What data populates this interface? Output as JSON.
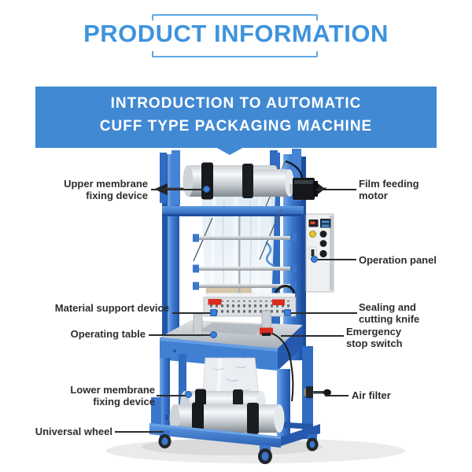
{
  "header": {
    "title": "PRODUCT INFORMATION",
    "title_color": "#3f93dd",
    "bracket_color": "#5fa8e6"
  },
  "banner": {
    "line1": "INTRODUCTION TO AUTOMATIC",
    "line2": "CUFF TYPE PACKAGING MACHINE",
    "bg_color": "#4189d2",
    "text_color": "#ffffff"
  },
  "diagram": {
    "subject": "Automatic cuff type packaging machine",
    "annotation_line_color": "#2b2b2b",
    "annotation_dot_color": "#3b7fd6",
    "machine_frame_color": "#3a76cc",
    "labels": [
      {
        "id": "upper-membrane-fixing-device",
        "side": "left",
        "lines": [
          "Upper membrane",
          "fixing device"
        ]
      },
      {
        "id": "film-feeding-motor",
        "side": "right",
        "lines": [
          "Film feeding",
          "motor"
        ]
      },
      {
        "id": "operation-panel",
        "side": "right",
        "lines": [
          "Operation panel"
        ]
      },
      {
        "id": "material-support-device",
        "side": "left",
        "lines": [
          "Material support device"
        ]
      },
      {
        "id": "operating-table",
        "side": "left",
        "lines": [
          "Operating table"
        ]
      },
      {
        "id": "sealing-and-cutting-knife",
        "side": "right",
        "lines": [
          "Sealing and",
          "cutting knife"
        ]
      },
      {
        "id": "emergency-stop-switch",
        "side": "right",
        "lines": [
          "Emergency",
          "stop switch"
        ]
      },
      {
        "id": "lower-membrane-fixing-device",
        "side": "left",
        "lines": [
          "Lower membrane",
          "fixing device"
        ]
      },
      {
        "id": "air-filter",
        "side": "right",
        "lines": [
          "Air filter"
        ]
      },
      {
        "id": "universal-wheel",
        "side": "left",
        "lines": [
          "Universal wheel"
        ]
      }
    ]
  }
}
